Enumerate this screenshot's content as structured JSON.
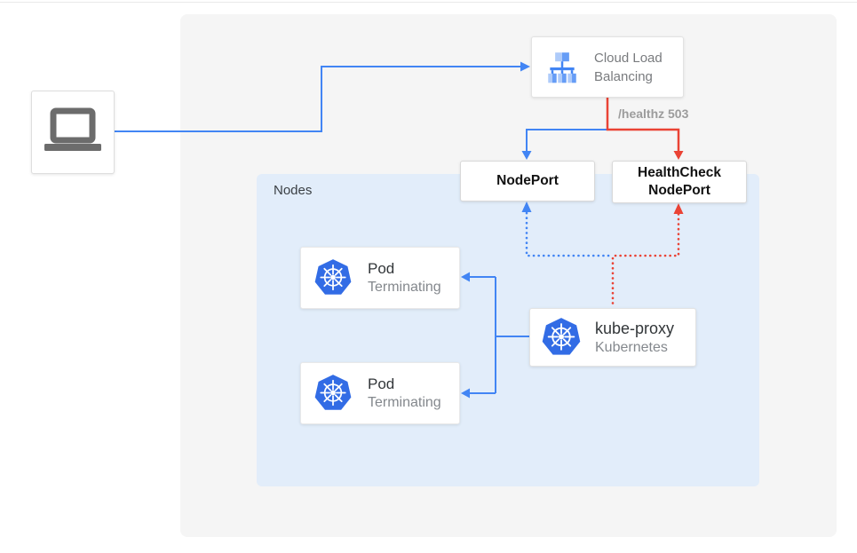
{
  "client": {
    "icon": "laptop-icon"
  },
  "load_balancer": {
    "icon": "cloud-load-balancing-icon",
    "label": "Cloud Load Balancing"
  },
  "healthz_badge": "/healthz 503",
  "node_port": {
    "label": "NodePort"
  },
  "health_check_node_port": {
    "label": "HealthCheck NodePort"
  },
  "nodes": {
    "label": "Nodes",
    "pods": [
      {
        "icon": "kubernetes-icon",
        "title": "Pod",
        "status": "Terminating"
      },
      {
        "icon": "kubernetes-icon",
        "title": "Pod",
        "status": "Terminating"
      }
    ],
    "kube_proxy": {
      "icon": "kubernetes-icon",
      "title": "kube-proxy",
      "subtitle": "Kubernetes"
    }
  },
  "edges": [
    {
      "from": "client",
      "to": "cloud-load-balancing",
      "style": "solid",
      "color": "#4285F4"
    },
    {
      "from": "cloud-load-balancing",
      "to": "node-port",
      "style": "solid",
      "color": "#4285F4"
    },
    {
      "from": "cloud-load-balancing",
      "to": "health-check-node-port",
      "style": "solid",
      "color": "#EA4335",
      "label": "/healthz 503"
    },
    {
      "from": "kube-proxy",
      "to": "node-port",
      "style": "dotted",
      "color": "#4285F4"
    },
    {
      "from": "kube-proxy",
      "to": "health-check-node-port",
      "style": "dotted",
      "color": "#EA4335"
    },
    {
      "from": "kube-proxy",
      "to": "pod-1",
      "style": "solid",
      "color": "#4285F4"
    },
    {
      "from": "kube-proxy",
      "to": "pod-2",
      "style": "solid",
      "color": "#4285F4"
    }
  ],
  "colors": {
    "accent_blue": "#4285F4",
    "accent_red": "#EA4335",
    "kubernetes_blue": "#326CE5",
    "outer_panel_gray": "#F5F5F5",
    "nodes_panel_blue": "#E2EDFA",
    "muted_text_gray": "#797B7E"
  }
}
